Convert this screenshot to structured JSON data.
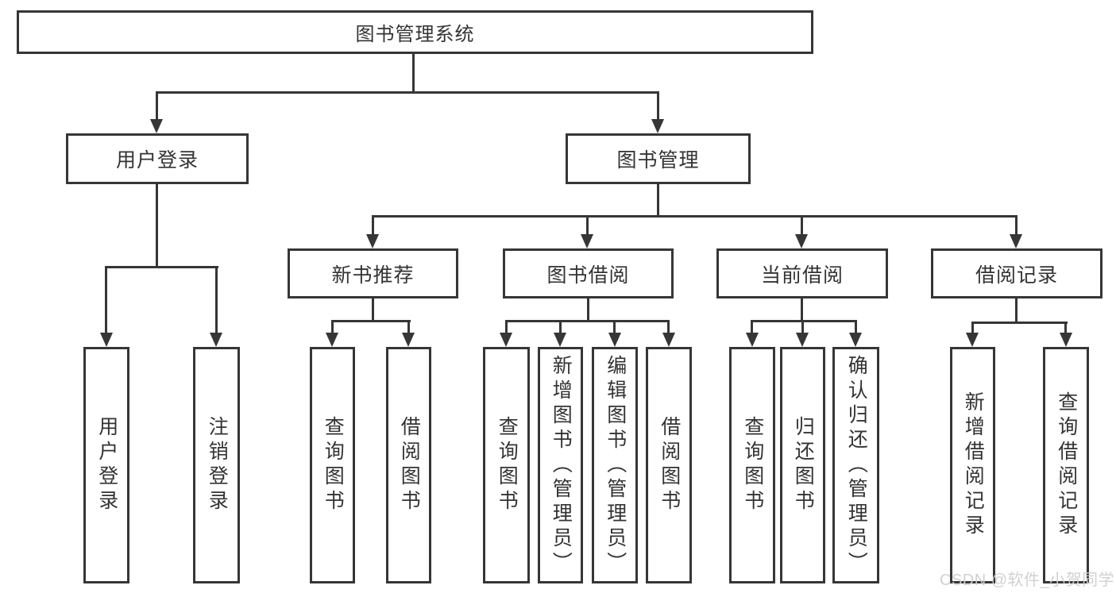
{
  "tree": {
    "label": "图书管理系统",
    "children": [
      {
        "label": "用户登录",
        "children": [
          {
            "label": "用户登录"
          },
          {
            "label": "注销登录"
          }
        ]
      },
      {
        "label": "图书管理",
        "children": [
          {
            "label": "新书推荐",
            "children": [
              {
                "label": "查询图书"
              },
              {
                "label": "借阅图书"
              }
            ]
          },
          {
            "label": "图书借阅",
            "children": [
              {
                "label": "查询图书"
              },
              {
                "label": "新增图书（管理员）"
              },
              {
                "label": "编辑图书（管理员）"
              },
              {
                "label": "借阅图书"
              }
            ]
          },
          {
            "label": "当前借阅",
            "children": [
              {
                "label": "查询图书"
              },
              {
                "label": "归还图书"
              },
              {
                "label": "确认归还（管理员）"
              }
            ]
          },
          {
            "label": "借阅记录",
            "children": [
              {
                "label": "新增借阅记录"
              },
              {
                "label": "查询借阅记录"
              }
            ]
          }
        ]
      }
    ]
  },
  "watermark": {
    "text": "CSDN @软件_小贺同学"
  },
  "colors": {
    "line": "#363636",
    "text": "#333333",
    "background": "#ffffff",
    "watermark": "#cfcfcf"
  }
}
